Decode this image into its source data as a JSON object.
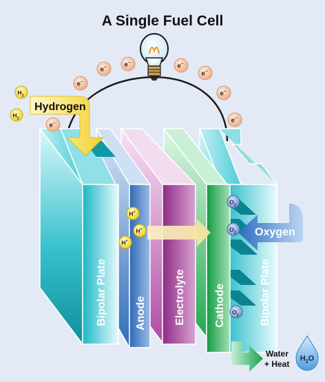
{
  "title": "A Single Fuel Cell",
  "labels": {
    "hydrogen": "Hydrogen",
    "oxygen": "Oxygen",
    "water_line1": "Water",
    "water_line2": "+ Heat",
    "bipolar_left": "Bipolar Plate",
    "anode": "Anode",
    "electrolyte": "Electrolyte",
    "cathode": "Cathode",
    "bipolar_right": "Bipolar Plate"
  },
  "electron": {
    "base": "e",
    "charge": "−"
  },
  "h2": {
    "base": "H",
    "sub": "2"
  },
  "proton": {
    "base": "H",
    "charge": "+"
  },
  "o2": {
    "base": "O",
    "sub": "2"
  },
  "water_drop": {
    "base": "H",
    "sub": "2",
    "tail": "O"
  },
  "colors": {
    "background": "#e3eaf6",
    "bipolar": "#19b3bf",
    "anode": "#3a78c2",
    "electrolyte": "#a23a98",
    "cathode": "#19a449",
    "electron": "#f6c7a9",
    "hydrogen_arrow": "#f5d840",
    "oxygen_arrow": "#2e74c8",
    "water_arrow": "#1fa85a"
  },
  "icons": [
    "light-bulb-icon",
    "water-drop-icon",
    "hydrogen-arrow-icon",
    "oxygen-arrow-icon",
    "water-arrow-icon"
  ]
}
